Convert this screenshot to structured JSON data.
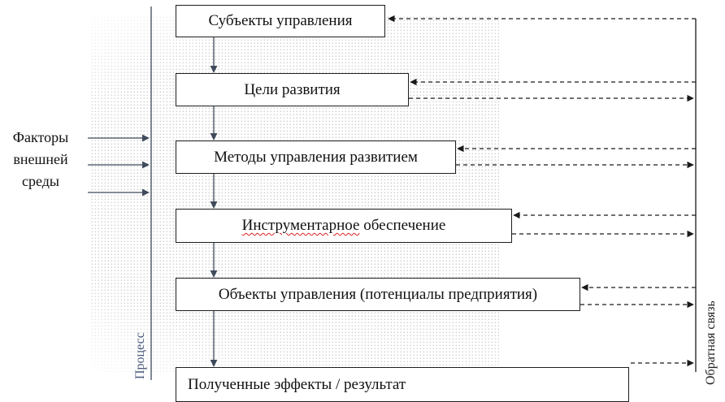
{
  "diagram": {
    "boxes": [
      {
        "id": "subjects",
        "label": "Субъекты управления"
      },
      {
        "id": "goals",
        "label": "Цели развития"
      },
      {
        "id": "methods",
        "label": "Методы управления развитием"
      },
      {
        "id": "tools",
        "label_marked": "Инструментарное",
        "label_rest": " обеспечение"
      },
      {
        "id": "objects",
        "label": "Объекты управления (потенциалы предприятия)"
      },
      {
        "id": "results",
        "label": "Полученные эффекты / результат"
      }
    ],
    "factors_label": [
      "Факторы",
      "внешней",
      "среды"
    ],
    "process_label": "Процесс",
    "feedback_label": "Обратная связь"
  }
}
